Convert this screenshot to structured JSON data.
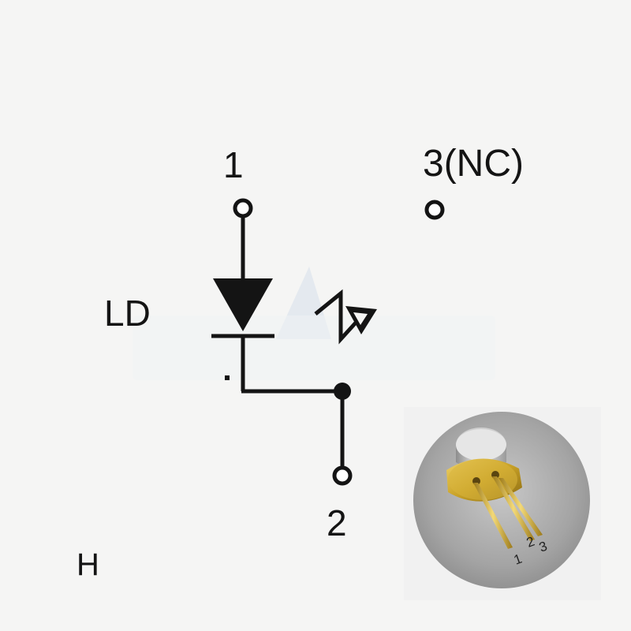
{
  "diagram": {
    "pin1_label": "1",
    "pin2_label": "2",
    "pin3_label": "3(NC)",
    "component_label": "LD",
    "variant_label": "H"
  },
  "photo": {
    "subject": "TO-can laser diode package with three gold leads",
    "lead_labels": [
      "1",
      "2",
      "3"
    ]
  },
  "colors": {
    "ink": "#141414",
    "background": "#f5f5f4",
    "gold": "#c9a227",
    "watermark": "#c6d3e6"
  },
  "icons": {
    "diode": "laser-diode-symbol-icon",
    "emission": "light-emission-arrow-icon"
  }
}
